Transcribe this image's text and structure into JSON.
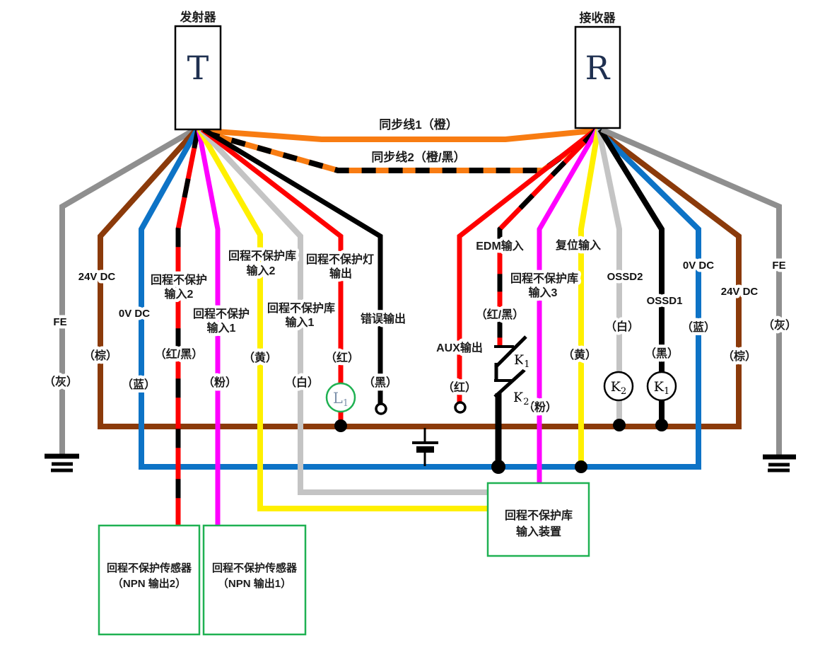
{
  "colors": {
    "orange": "#F87C12",
    "brown": "#8B3A0A",
    "blue": "#0D73C6",
    "red": "#FE0000",
    "magenta": "#FF00FF",
    "yellow": "#FFF000",
    "light_gray": "#C4C4C4",
    "gray": "#8F8F8F",
    "black": "#000000",
    "green": "#1FB152",
    "lamp_text": "#7E92AC",
    "letter": "#1F3050"
  },
  "transmitter": {
    "caption": "发射器",
    "letter": "T"
  },
  "receiver": {
    "caption": "接收器",
    "letter": "R"
  },
  "sync1": {
    "label": "同步线1（橙）"
  },
  "sync2": {
    "label": "同步线2（橙/黑）"
  },
  "left": {
    "fe": {
      "name": "FE",
      "color": "（灰）"
    },
    "v24": {
      "name": "24V DC",
      "color": "（棕）"
    },
    "v0": {
      "name": "0V DC",
      "color": "（蓝）"
    },
    "muting2": {
      "line1": "回程不保护",
      "line2": "输入2",
      "color": "（红/黑）"
    },
    "muting1": {
      "line1": "回程不保护",
      "line2": "输入1",
      "color": "（粉）"
    },
    "bank2": {
      "line1": "回程不保护库",
      "line2": "输入2",
      "color": "（黄）"
    },
    "bank1": {
      "line1": "回程不保护库",
      "line2": "输入1",
      "color": "（白）"
    },
    "lamp": {
      "line1": "回程不保护灯",
      "line2": "输出",
      "color": "（红）",
      "symbol_base": "L",
      "symbol_sub": "1"
    },
    "error": {
      "name": "错误输出",
      "color": "（黑）"
    }
  },
  "right": {
    "aux": {
      "name": "AUX输出",
      "color": "（红）"
    },
    "edm": {
      "name": "EDM输入",
      "color": "（红/黑）",
      "k1_base": "K",
      "k1_sub": "1",
      "k2_base": "K",
      "k2_sub": "2"
    },
    "bank3": {
      "line1": "回程不保护库",
      "line2": "输入3",
      "color": "（粉）"
    },
    "reset": {
      "name": "复位输入",
      "color": "（黄）"
    },
    "ossd2": {
      "name": "OSSD2",
      "color": "（白）",
      "coil_base": "K",
      "coil_sub": "2"
    },
    "ossd1": {
      "name": "OSSD1",
      "color": "（黑）",
      "coil_base": "K",
      "coil_sub": "1"
    },
    "v0": {
      "name": "0V DC",
      "color": "（蓝）"
    },
    "v24": {
      "name": "24V DC",
      "color": "（棕）"
    },
    "fe": {
      "name": "FE",
      "color": "（灰）"
    }
  },
  "boxes": {
    "sensor2": {
      "line1": "回程不保护传感器",
      "line2": "（NPN 输出2）"
    },
    "sensor1": {
      "line1": "回程不保护传感器",
      "line2": "（NPN 输出1）"
    },
    "muting_device": {
      "line1": "回程不保护库",
      "line2": "输入装置"
    }
  }
}
